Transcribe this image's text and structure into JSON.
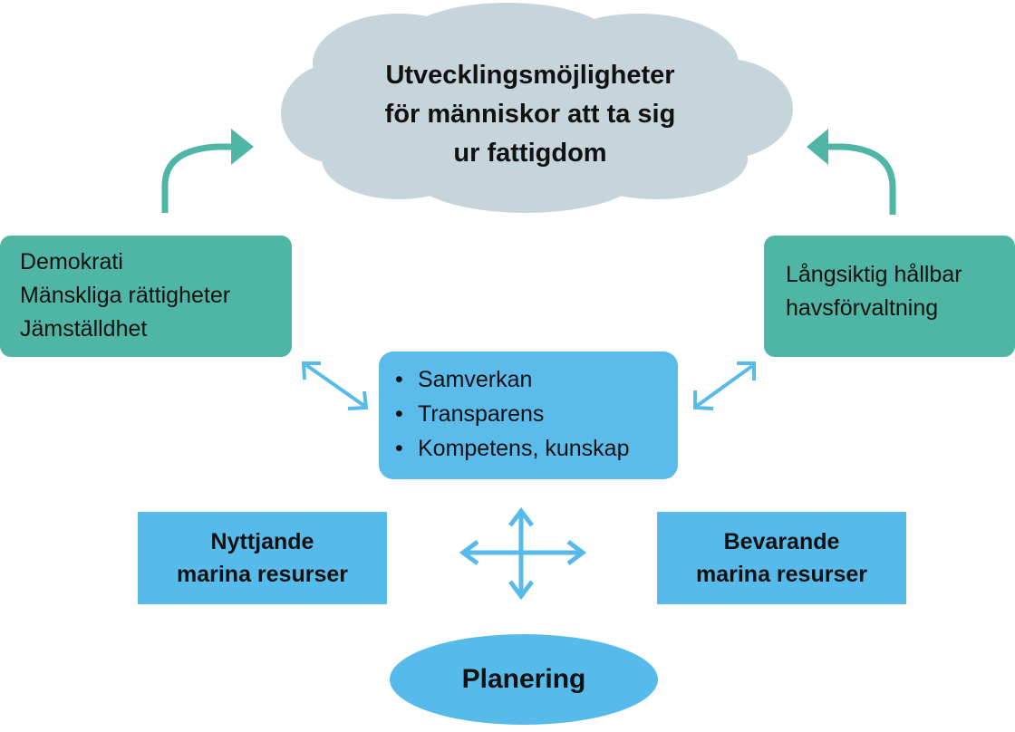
{
  "cloud": {
    "lines": [
      "Utvecklingsmöjligheter",
      "för människor att ta sig",
      "ur fattigdom"
    ],
    "color": "#c6d4dc"
  },
  "left_box": {
    "lines": [
      "Demokrati",
      "Mänskliga rättigheter",
      "Jämställdhet"
    ],
    "color": "#4fb6a6"
  },
  "right_box": {
    "lines": [
      "Långsiktig hållbar",
      "havsförvaltning"
    ],
    "color": "#4fb6a6"
  },
  "center_box": {
    "bullet": "•",
    "items": [
      "Samverkan",
      "Transparens",
      "Kompetens, kunskap"
    ],
    "color": "#5bbbea"
  },
  "nyttjande_box": {
    "lines": [
      "Nyttjande",
      "marina resurser"
    ]
  },
  "bevarande_box": {
    "lines": [
      "Bevarande",
      "marina resurser"
    ]
  },
  "planering": {
    "label": "Planering"
  },
  "colors": {
    "teal_arrow": "#4fb6a6",
    "blue_arrow": "#56bbea",
    "text": "#111111"
  }
}
